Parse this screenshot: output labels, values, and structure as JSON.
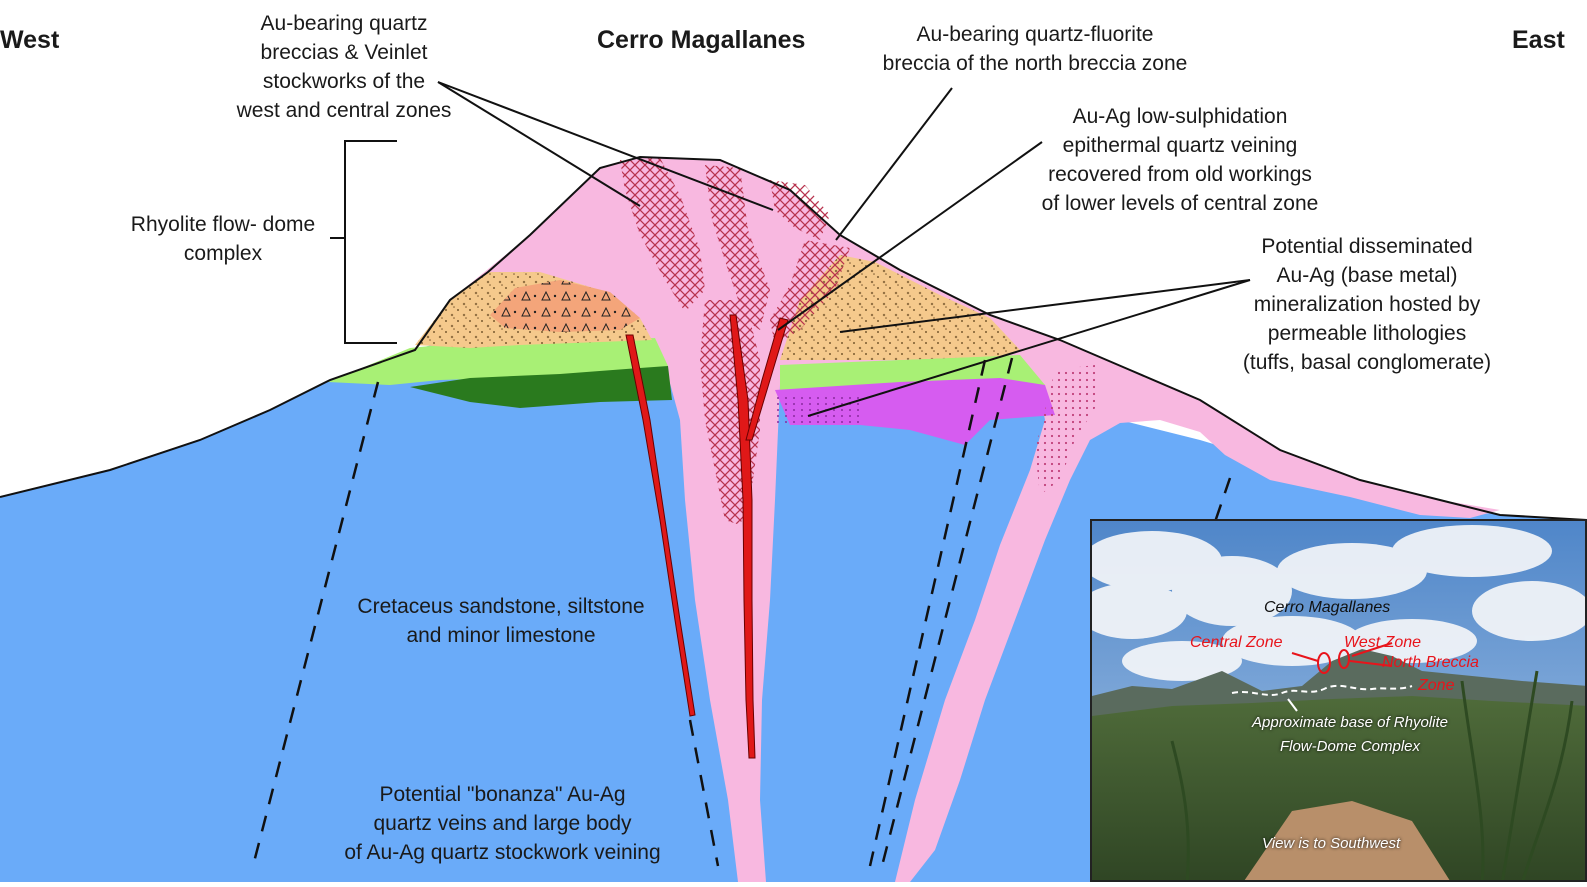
{
  "header": {
    "west": "West",
    "title": "Cerro Magallanes",
    "east": "East"
  },
  "labels": {
    "breccia_stockworks": [
      "Au-bearing quartz",
      "breccias & Veinlet",
      "stockworks of the",
      "west and central zones"
    ],
    "quartz_fluorite": [
      "Au-bearing quartz-fluorite",
      "breccia of the north breccia zone"
    ],
    "epithermal": [
      "Au-Ag low-sulphidation",
      "epithermal quartz veining",
      "recovered from old workings",
      "of lower levels of central zone"
    ],
    "rhyolite": [
      "Rhyolite flow- dome",
      "complex"
    ],
    "disseminated": [
      "Potential disseminated",
      "Au-Ag (base metal)",
      "mineralization hosted by",
      "permeable lithologies",
      "(tuffs, basal conglomerate)"
    ],
    "cretaceous": [
      "Cretaceus sandstone, siltstone",
      "and minor limestone"
    ],
    "bonanza": [
      "Potential \"bonanza\" Au-Ag",
      "quartz veins and large body",
      "of Au-Ag quartz stockwork veining"
    ]
  },
  "inset": {
    "title": "Cerro Magallanes",
    "central_zone": "Central Zone",
    "west_zone": "West Zone",
    "north_breccia": [
      "North Breccia",
      "Zone"
    ],
    "base_label": [
      "Approximate base of Rhyolite",
      "Flow-Dome Complex"
    ],
    "view": "View is to Southwest"
  },
  "colors": {
    "sedimentary_blue": "#6aabf9",
    "rhyolite_pink": "#f8b8e0",
    "tuff_orange": "#f5c98c",
    "green_unit": "#a8f075",
    "dark_green": "#2a7a1e",
    "purple_unit": "#d65cf0",
    "vein_red": "#e01818"
  }
}
